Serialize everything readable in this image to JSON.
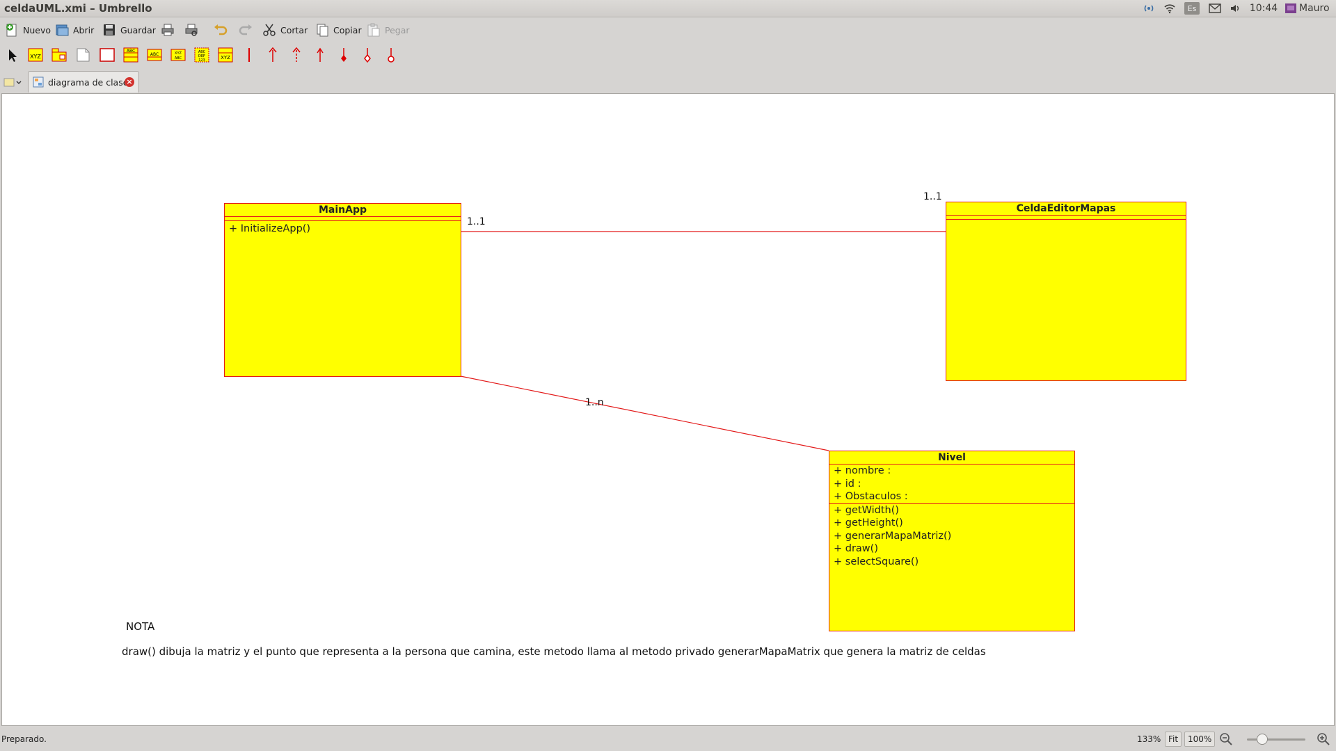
{
  "window": {
    "title": "celdaUML.xmi – Umbrello"
  },
  "tray": {
    "keyboard_layout": "Es",
    "clock": "10:44",
    "user": "Mauro",
    "icons": [
      "network-broadcast-icon",
      "wifi-icon",
      "keyboard-layout-icon",
      "mail-icon",
      "volume-icon",
      "user-icon"
    ]
  },
  "toolbar": {
    "new_label": "Nuevo",
    "open_label": "Abrir",
    "save_label": "Guardar",
    "cut_label": "Cortar",
    "copy_label": "Copiar",
    "paste_label": "Pegar"
  },
  "diagram_tools": [
    "select-arrow-icon",
    "class-icon",
    "package-icon",
    "note-icon",
    "box-icon",
    "entity-icon",
    "interface-icon",
    "datatype-icon",
    "enum-icon",
    "object-icon",
    "anchor-line-icon",
    "generalization-icon",
    "dependency-icon",
    "association-icon",
    "aggregation-icon",
    "composition-icon",
    "containment-icon"
  ],
  "tabs": [
    {
      "label": "diagrama de clase",
      "active": true
    }
  ],
  "diagram": {
    "classes": {
      "mainapp": {
        "name": "MainApp",
        "attributes": [],
        "operations": [
          "+ InitializeApp()"
        ]
      },
      "celda": {
        "name": "CeldaEditorMapas",
        "attributes": [],
        "operations": []
      },
      "nivel": {
        "name": "Nivel",
        "attributes": [
          "+ nombre :",
          "+ id :",
          "+ Obstaculos :"
        ],
        "operations": [
          "+ getWidth()",
          "+ getHeight()",
          "+ generarMapaMatriz()",
          "+ draw()",
          "+ selectSquare()"
        ]
      }
    },
    "associations": [
      {
        "from": "MainApp",
        "to": "CeldaEditorMapas",
        "mult_from": "1..1",
        "mult_to": "1..1"
      },
      {
        "from": "MainApp",
        "to": "Nivel",
        "mult_to": "1..n"
      }
    ],
    "note": {
      "title": "NOTA",
      "text": "draw() dibuja la matriz y el punto que representa a la persona que camina, este metodo llama al metodo privado generarMapaMatrix que genera la matriz de celdas"
    },
    "colors": {
      "class_fill": "#ffff00",
      "class_border": "#e31a1a",
      "line": "#e31a1a"
    }
  },
  "statusbar": {
    "status": "Preparado.",
    "zoom": "133%",
    "fit_label": "Fit",
    "zoom100_label": "100%"
  }
}
